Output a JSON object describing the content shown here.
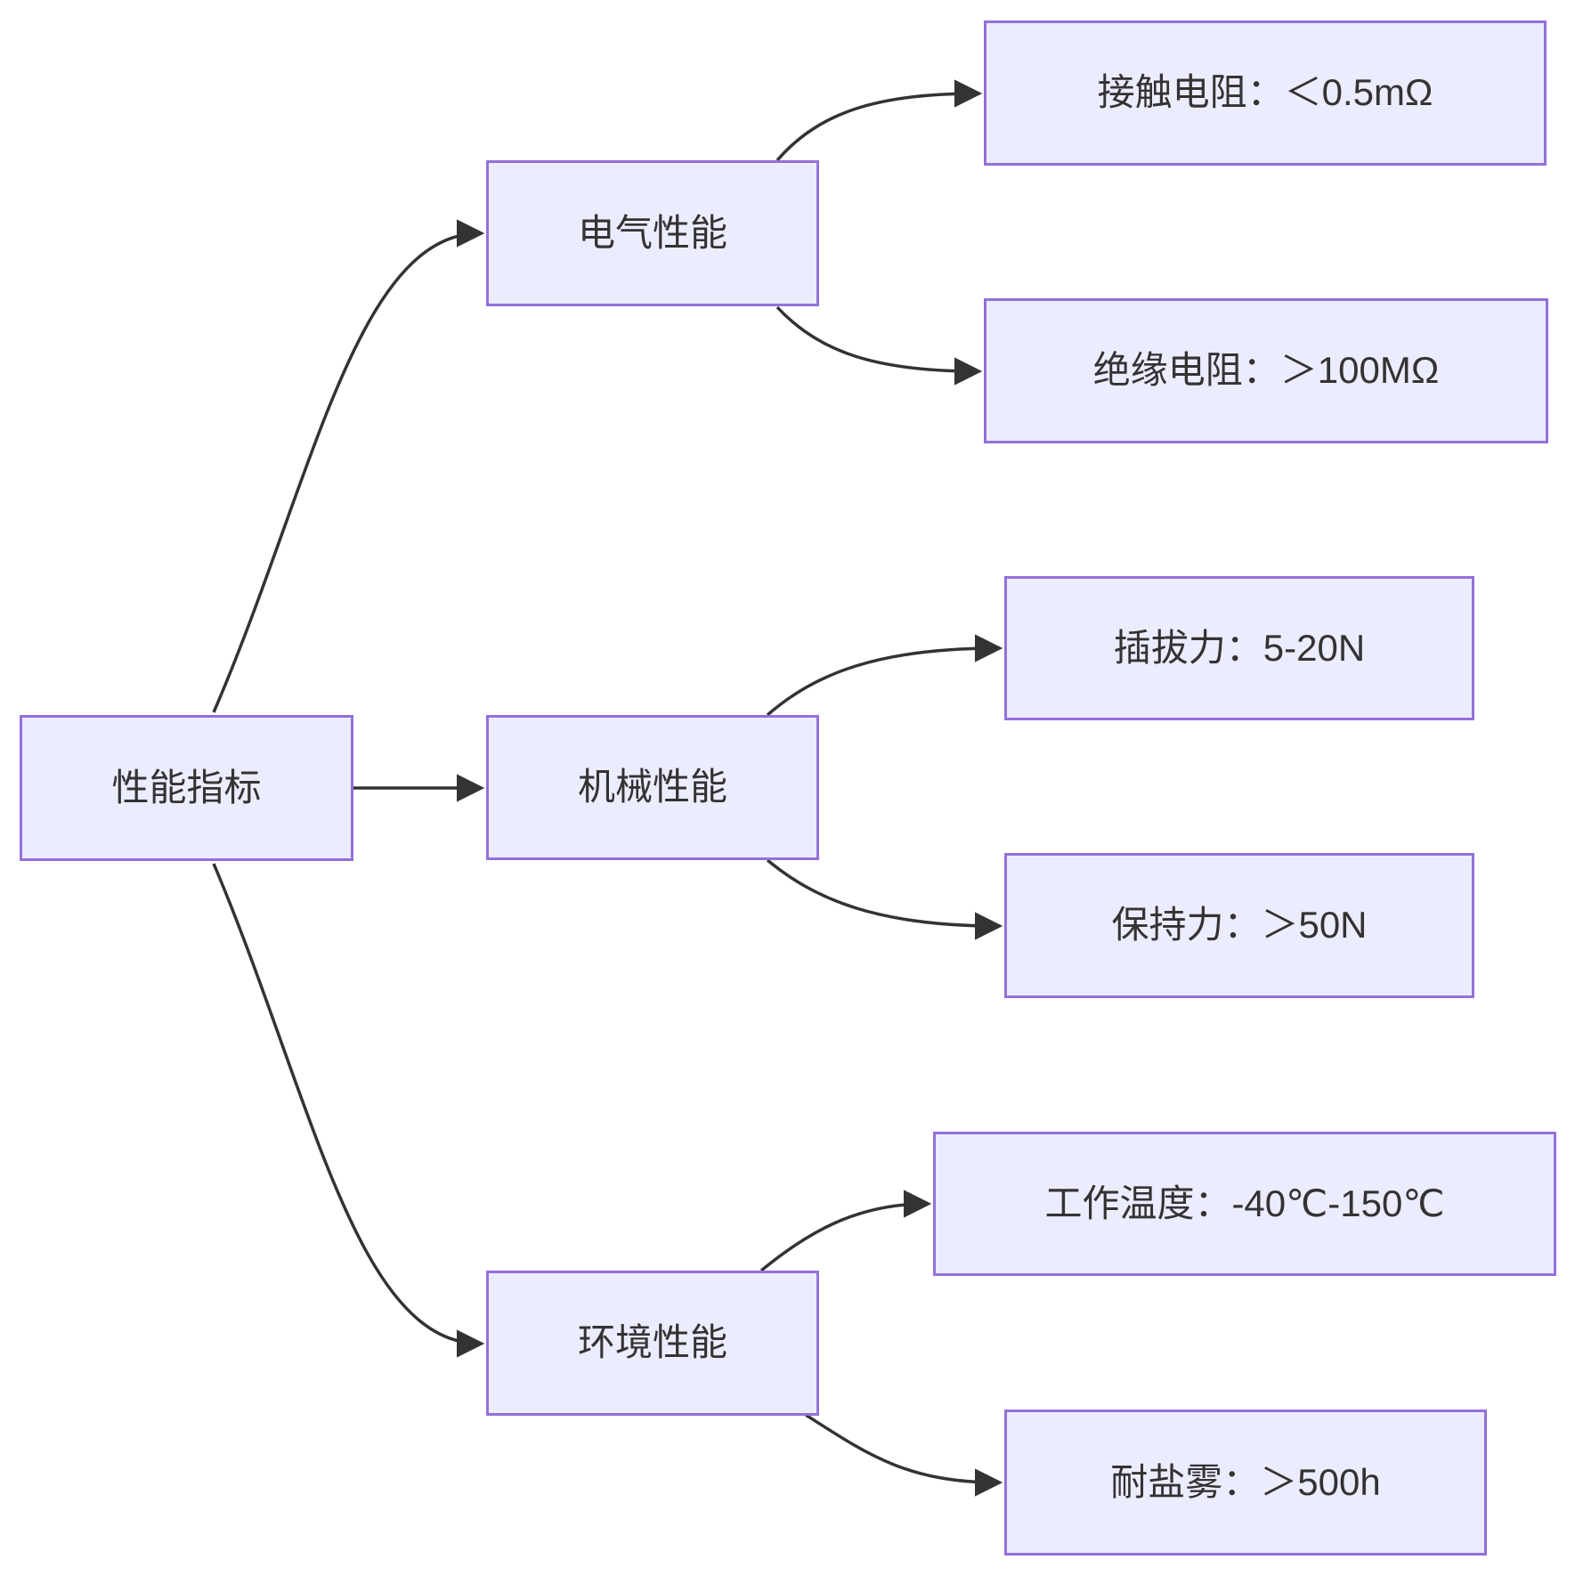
{
  "diagram": {
    "type": "flowchart-left-to-right",
    "colors": {
      "node_fill": "#ECECFF",
      "node_border": "#9370DB",
      "edge": "#333333",
      "text": "#333333",
      "background": "#FFFFFF"
    },
    "nodes": {
      "root": {
        "label": "性能指标"
      },
      "electrical": {
        "label": "电气性能"
      },
      "mechanical": {
        "label": "机械性能"
      },
      "environmental": {
        "label": "环境性能"
      },
      "contact_resistance": {
        "label": "接触电阻：＜0.5mΩ"
      },
      "insulation_resistance": {
        "label": "绝缘电阻：＞100MΩ"
      },
      "insertion_force": {
        "label": "插拔力：5-20N"
      },
      "retention_force": {
        "label": "保持力：＞50N"
      },
      "operating_temperature": {
        "label": "工作温度：-40℃-150℃"
      },
      "salt_spray_resistance": {
        "label": "耐盐雾：＞500h"
      }
    },
    "edges": [
      {
        "from": "root",
        "to": "electrical"
      },
      {
        "from": "root",
        "to": "mechanical"
      },
      {
        "from": "root",
        "to": "environmental"
      },
      {
        "from": "electrical",
        "to": "contact_resistance"
      },
      {
        "from": "electrical",
        "to": "insulation_resistance"
      },
      {
        "from": "mechanical",
        "to": "insertion_force"
      },
      {
        "from": "mechanical",
        "to": "retention_force"
      },
      {
        "from": "environmental",
        "to": "operating_temperature"
      },
      {
        "from": "environmental",
        "to": "salt_spray_resistance"
      }
    ]
  }
}
